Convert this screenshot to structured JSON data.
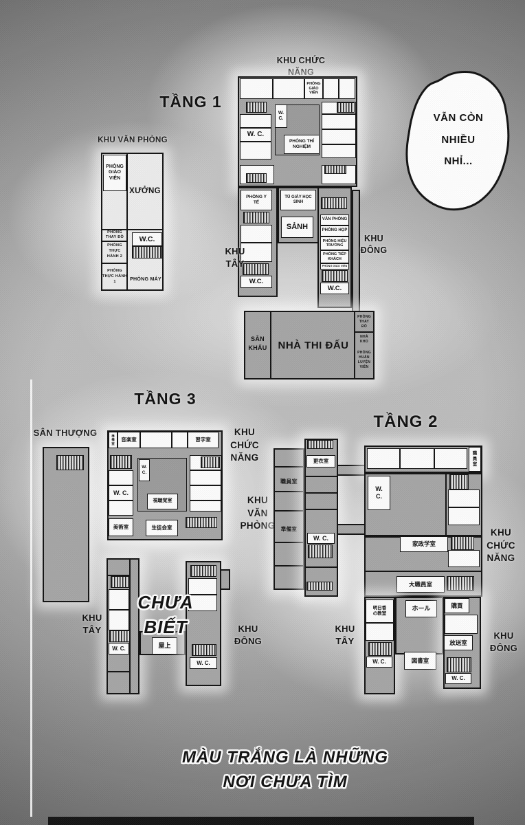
{
  "colors": {
    "ink": "#111111",
    "plan_gray": "#a6a6a6",
    "room_white": "#ffffff"
  },
  "bubble": {
    "text": "VẪN CÒN\nNHIỀU\nNHỈ..."
  },
  "caption": {
    "text": "MÀU TRẮNG LÀ NHỮNG\nNƠI CHƯA TÌM"
  },
  "floor1": {
    "title": "TẦNG 1",
    "area_top": "KHU CHỨC NĂNG",
    "area_west": "KHU\nTÂY",
    "area_east": "KHU\nĐÔNG",
    "teachers": "PHÒNG\nGIÁO\nVIÊN",
    "wc_left": "W. C.",
    "wc_notch": "W.\nC.",
    "lab": "PHÒNG THÍ\nNGHIỆM",
    "medical": "PHÒNG Y\nTẾ",
    "shoes": "TỦ GIÀY HỌC\nSINH",
    "lobby": "SẢNH",
    "office": "VĂN PHÒNG",
    "meeting": "PHÒNG HỌP",
    "principal": "PHÒNG HIỆU\nTRƯỞNG",
    "reception": "PHÒNG TIẾP\nKHÁCH",
    "reception_note": "PHÒNG GIÁO VIÊN",
    "wc_west": "W.C.",
    "wc_east": "W.C."
  },
  "office_block": {
    "title": "KHU VĂN PHÒNG",
    "teachers": "PHÒNG\nGIÁO\nVIÊN",
    "workshop": "XƯỞNG",
    "changing": "PHÒNG\nTHAY ĐỒ",
    "practice2": "PHÒNG THỰC\nHÀNH 2",
    "wc": "W.C.",
    "practice1": "PHÒNG\nTHỰC HÀNH\n1",
    "machines": "PHÒNG MÁY"
  },
  "gym": {
    "stage": "SÂN\nKHẤU",
    "name": "NHÀ THI ĐẤU",
    "changing": "PHÒNG\nTHAY\nĐỒ",
    "storage": "NHÀ\nKHO",
    "coach": "PHÒNG\nHUẤN\nLUYỆN\nVIÊN"
  },
  "floor3": {
    "title": "TẦNG 3",
    "rooftop": "SÂN THƯỢNG",
    "area_func": "KHU\nCHỨC\nNĂNG",
    "area_office": "KHU\nVĂN\nPHÒNG",
    "area_west": "KHU\nTÂY",
    "area_east": "KHU\nĐÔNG",
    "unknown": "CHƯA BIẾT",
    "prep": "準\n備\n室",
    "music": "音楽室",
    "calligraphy": "習字室",
    "wc_left": "W. C.",
    "wc_notch": "W.\nC.",
    "av": "視聴覚室",
    "art": "美術室",
    "council": "生徒会室",
    "roof_door": "屋上",
    "wc_west": "W. C.",
    "wc_east": "W. C."
  },
  "floor2": {
    "title": "TẦNG 2",
    "area_func": "KHU\nCHỨC\nNĂNG",
    "area_west": "KHU\nTÂY",
    "area_east": "KHU\nĐÔNG",
    "staff_w": "職員室",
    "prep_w": "準備室",
    "changing": "更衣室",
    "staff_top": "職\n員\n室",
    "wc_mid": "W.\nC.",
    "wc_left": "W. C.",
    "home_ec": "家政学室",
    "staff_big": "大職員室",
    "asuka": "明日香\nの教室",
    "hall": "ホール",
    "shop": "購買",
    "broadcast": "放送室",
    "library": "図書室",
    "wc_west": "W. C.",
    "wc_east": "W. C."
  }
}
